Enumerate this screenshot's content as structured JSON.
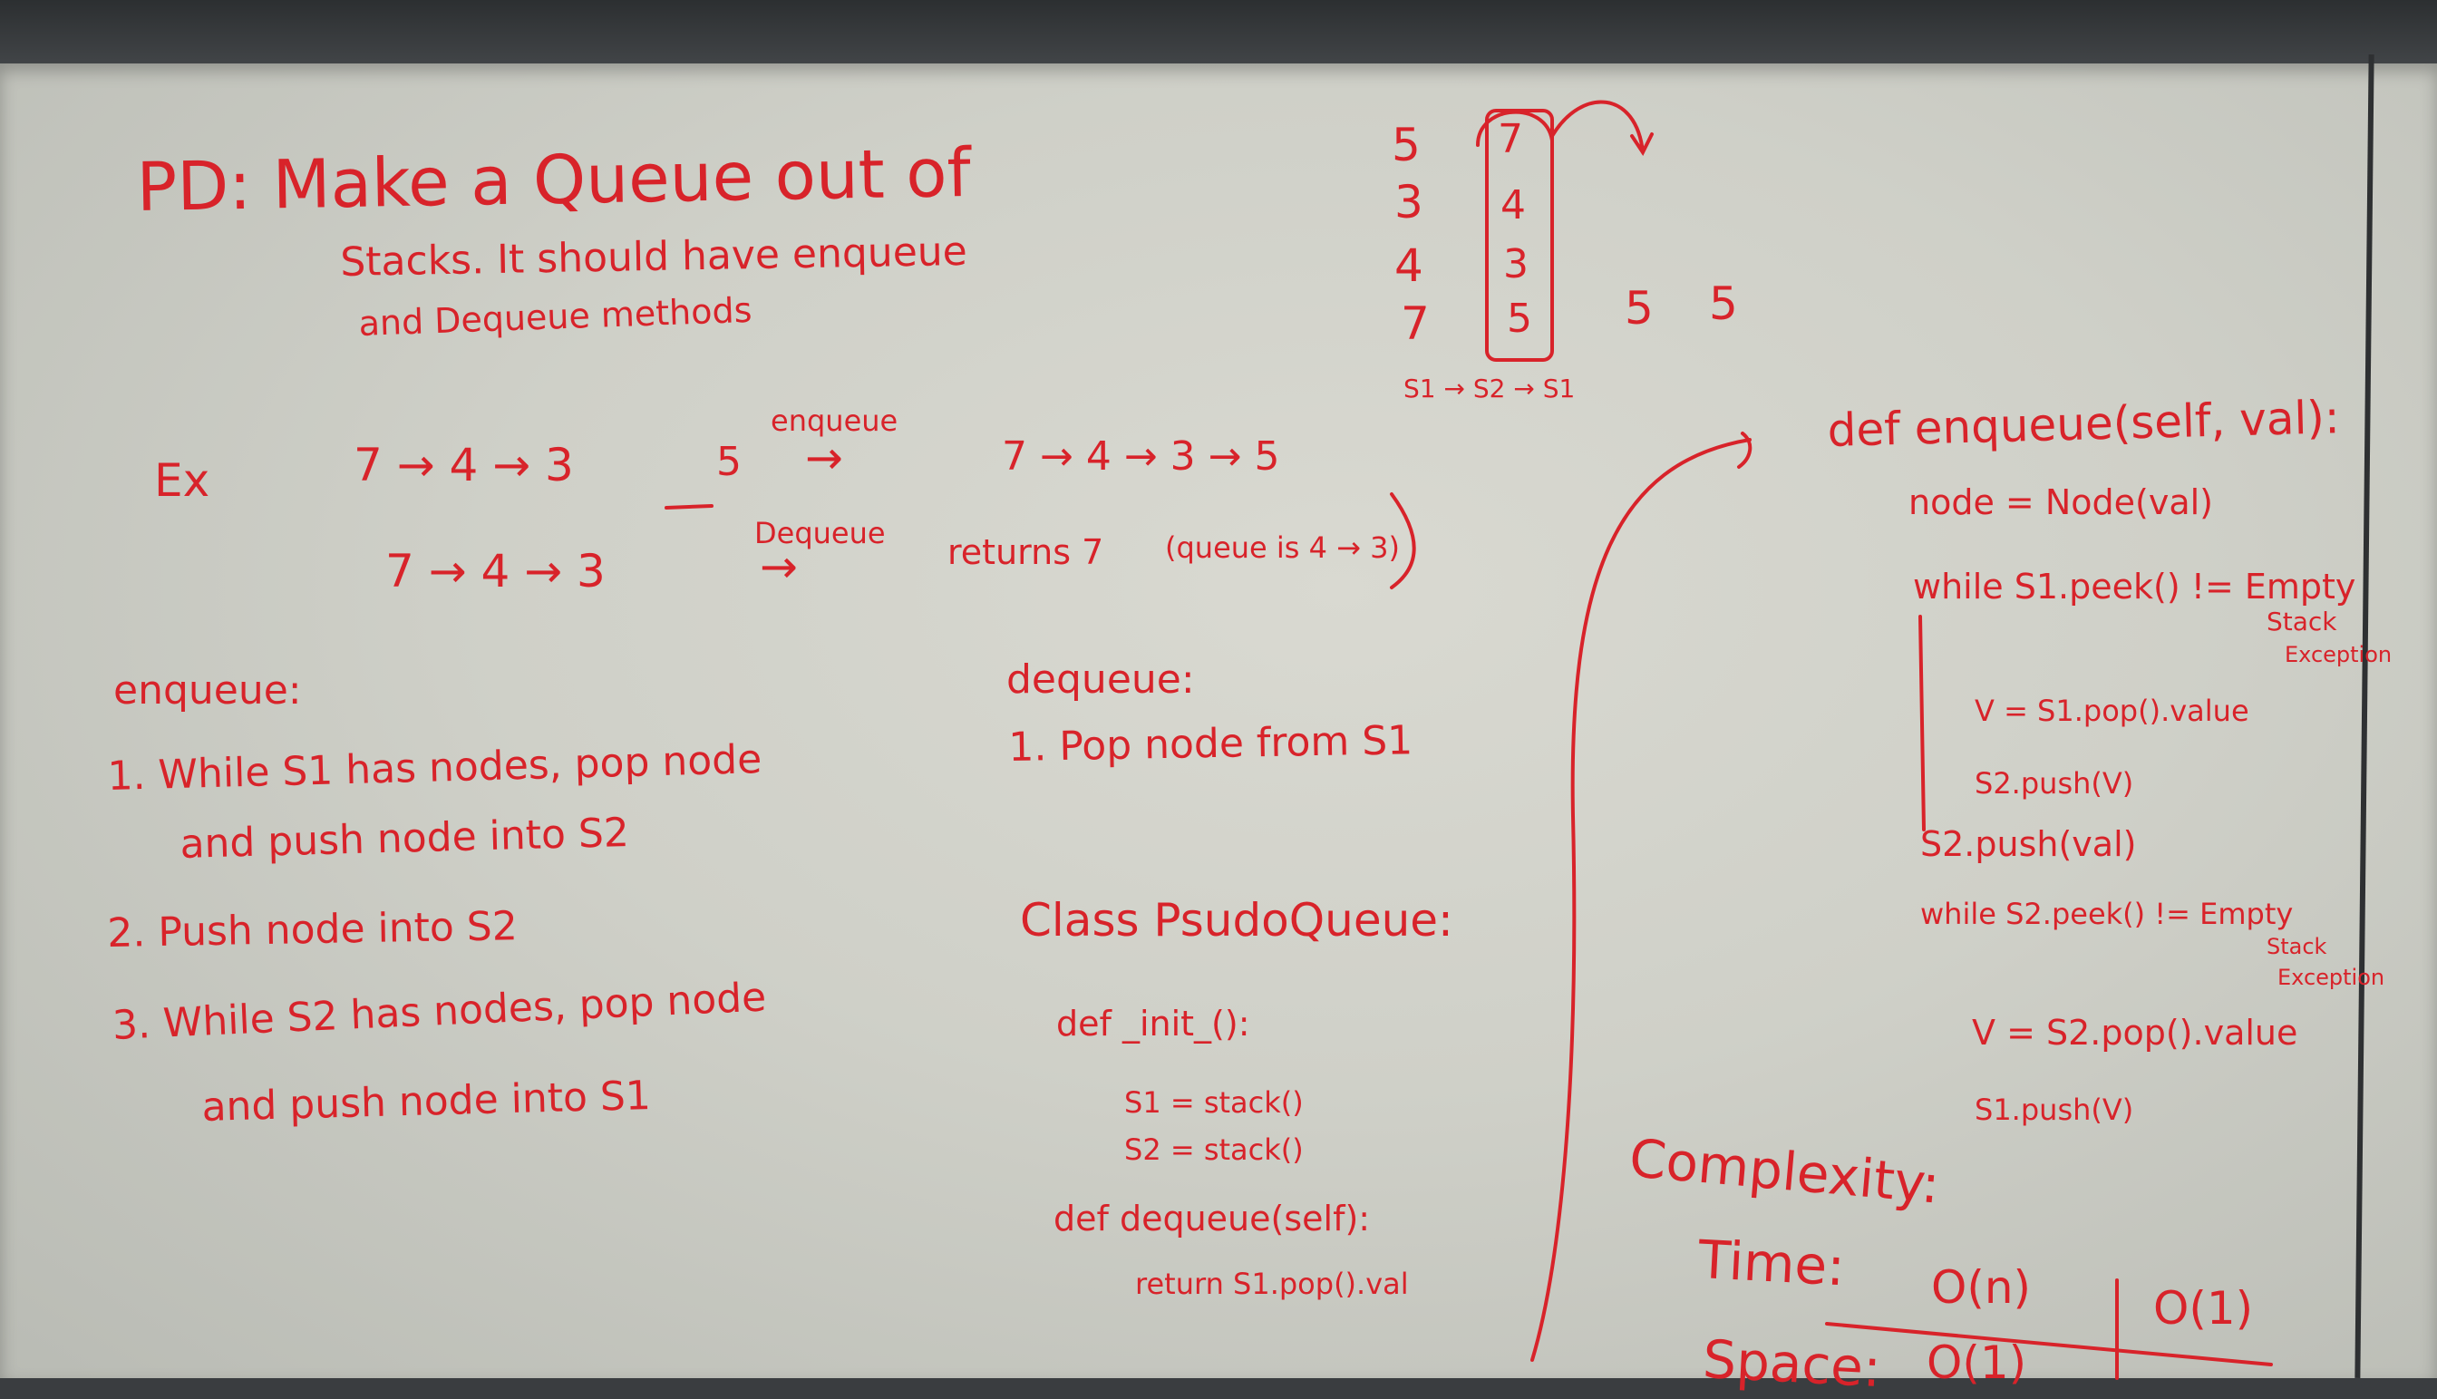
{
  "board": {
    "problem": {
      "title": "PD: Make a Queue out of",
      "line2": "Stacks. It should have enqueue",
      "line3": "and Dequeue methods"
    },
    "example": {
      "label": "Ex",
      "queue1": "7 → 4 → 3",
      "value": "5",
      "enqueue_label": "enqueue",
      "arrow": "→",
      "result1": "7 → 4 → 3 → 5",
      "queue2": "7 → 4 → 3",
      "dequeue_label": "Dequeue",
      "returns": "returns 7",
      "queue_is": "(queue is 4 → 3)"
    },
    "stack_diagram": {
      "left_column": [
        "5",
        "3",
        "4",
        "7"
      ],
      "boxed_column": [
        "7",
        "4",
        "3",
        "5"
      ],
      "extra_values": [
        "5",
        "5"
      ],
      "caption": "S1 → S2 → S1"
    },
    "enqueue_steps": {
      "heading": "enqueue:",
      "step1_a": "1. While S1 has nodes, pop node",
      "step1_b": "and push node into S2",
      "step2": "2. Push node into S2",
      "step3_a": "3. While S2 has nodes, pop node",
      "step3_b": "and push node into S1"
    },
    "dequeue_steps": {
      "heading": "dequeue:",
      "step1": "1. Pop node from S1"
    },
    "class_code": {
      "class_line": "Class PsudoQueue:",
      "init": "def _init_():",
      "s1": "S1 = stack()",
      "s2": "S2 = stack()",
      "dequeue_def": "def dequeue(self):",
      "dequeue_return": "return S1.pop().val"
    },
    "enqueue_code": {
      "def": "def enqueue(self, val):",
      "node": "node = Node(val)",
      "while1": "while S1.peek() != Empty",
      "exc1_a": "Stack",
      "exc1_b": "Exception",
      "v1": "V = S1.pop().value",
      "push1": "S2.push(V)",
      "push_val": "S2.push(val)",
      "while2": "while S2.peek() != Empty",
      "exc2_a": "Stack",
      "exc2_b": "Exception",
      "v2": "V = S2.pop().value",
      "push2": "S1.push(V)"
    },
    "complexity": {
      "heading": "Complexity:",
      "time_label": "Time:",
      "time_enqueue": "O(n)",
      "time_dequeue": "O(1)",
      "space_label": "Space:",
      "space_value": "O(1)"
    }
  }
}
